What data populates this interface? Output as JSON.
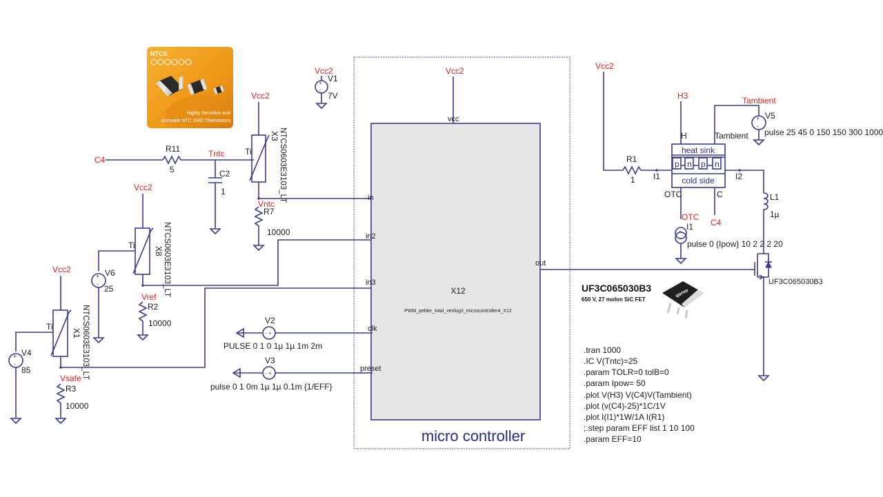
{
  "ad_image": {
    "brand": "NTCS",
    "caption_line1": "Highly Sensitive and",
    "caption_line2": "Accurate NTC SMD Thermistors",
    "icons": [
      "minus-circle-icon",
      "angle-icon",
      "circle-dot-icon",
      "warning-icon",
      "pen-icon",
      "thermometer-icon"
    ]
  },
  "nets": {
    "vcc2": "Vcc2",
    "c4": "C4",
    "tntc": "Tntc",
    "vntc": "Vntc",
    "vref": "Vref",
    "vsafe": "Vsafe",
    "h3": "H3",
    "tambient": "Tambient",
    "otc": "OTC"
  },
  "components": {
    "r11": {
      "name": "R11",
      "value": "5"
    },
    "c2": {
      "name": "C2",
      "value": "1"
    },
    "x3": {
      "name": "X3",
      "model": "NTCS0603E3103_LT",
      "pin": "Ti"
    },
    "r7": {
      "name": "R7",
      "value": "10000"
    },
    "x8": {
      "name": "X8",
      "model": "NTCS0603E3103_LT",
      "pin": "Ti"
    },
    "v6": {
      "name": "V6",
      "value": "25"
    },
    "r2": {
      "name": "R2",
      "value": "10000"
    },
    "x1": {
      "name": "X1",
      "model": "NTCS0603E3103_LT",
      "pin": "Ti"
    },
    "v4": {
      "name": "V4",
      "value": "85"
    },
    "r3": {
      "name": "R3",
      "value": "10000"
    },
    "v1": {
      "name": "V1",
      "value": "7V"
    },
    "v2": {
      "name": "V2",
      "value": "PULSE 0 1 0 1µ 1µ 1m 2m"
    },
    "v3": {
      "name": "V3",
      "value": "pulse 0 1 0m 1µ 1µ 0.1m {1/EFF}"
    },
    "r1": {
      "name": "R1",
      "value": "1"
    },
    "v5": {
      "name": "V5",
      "value": "pulse 25 45 0 150 150 300 1000"
    },
    "i1": {
      "name": "I1",
      "value": "pulse 0 {Ipow} 10 2 2 2 20"
    },
    "l1": {
      "name": "L1",
      "value": "1µ"
    },
    "q1": {
      "model": "UF3C065030B3"
    }
  },
  "tec": {
    "top_label": "heat sink",
    "bottom_label": "cold side",
    "cells": [
      "p",
      "n",
      "p",
      "n"
    ],
    "pin_h": "H",
    "pin_tambient": "Tambient",
    "pin_otc": "OTC",
    "pin_c": "C",
    "pin_i1": "I1",
    "pin_i2": "I2"
  },
  "microcontroller": {
    "instance": "X12",
    "model": "PWM_peltier_total_verilog3_microcontroller4_X12",
    "title": "micro controller",
    "pins": {
      "vcc": "vcc",
      "in": "in",
      "in2": "in2",
      "in3": "in3",
      "clk": "clk",
      "preset": "preset",
      "out": "out"
    }
  },
  "fet_ad": {
    "part": "UF3C065030B3",
    "desc": "650 V, 27 mohm SiC FET",
    "brand": "qorvo"
  },
  "directives": [
    ".tran 1000",
    ".IC V(Tntc)=25",
    ".param TOLR=0 tolB=0",
    ".param Ipow= 50",
    ".plot V(H3) V(C4)V(Tambient)",
    ".plot (v(C4)-25)*1C/1V",
    ".plot I(I1)*1W/1A I(R1)",
    ";.step param EFF list 1 10 100",
    ".param EFF=10"
  ],
  "colors": {
    "wire": "#3a3a8c",
    "net_label": "#e0201a",
    "block_fill": "#e6e6e6",
    "ad_orange": "#f0a020"
  }
}
